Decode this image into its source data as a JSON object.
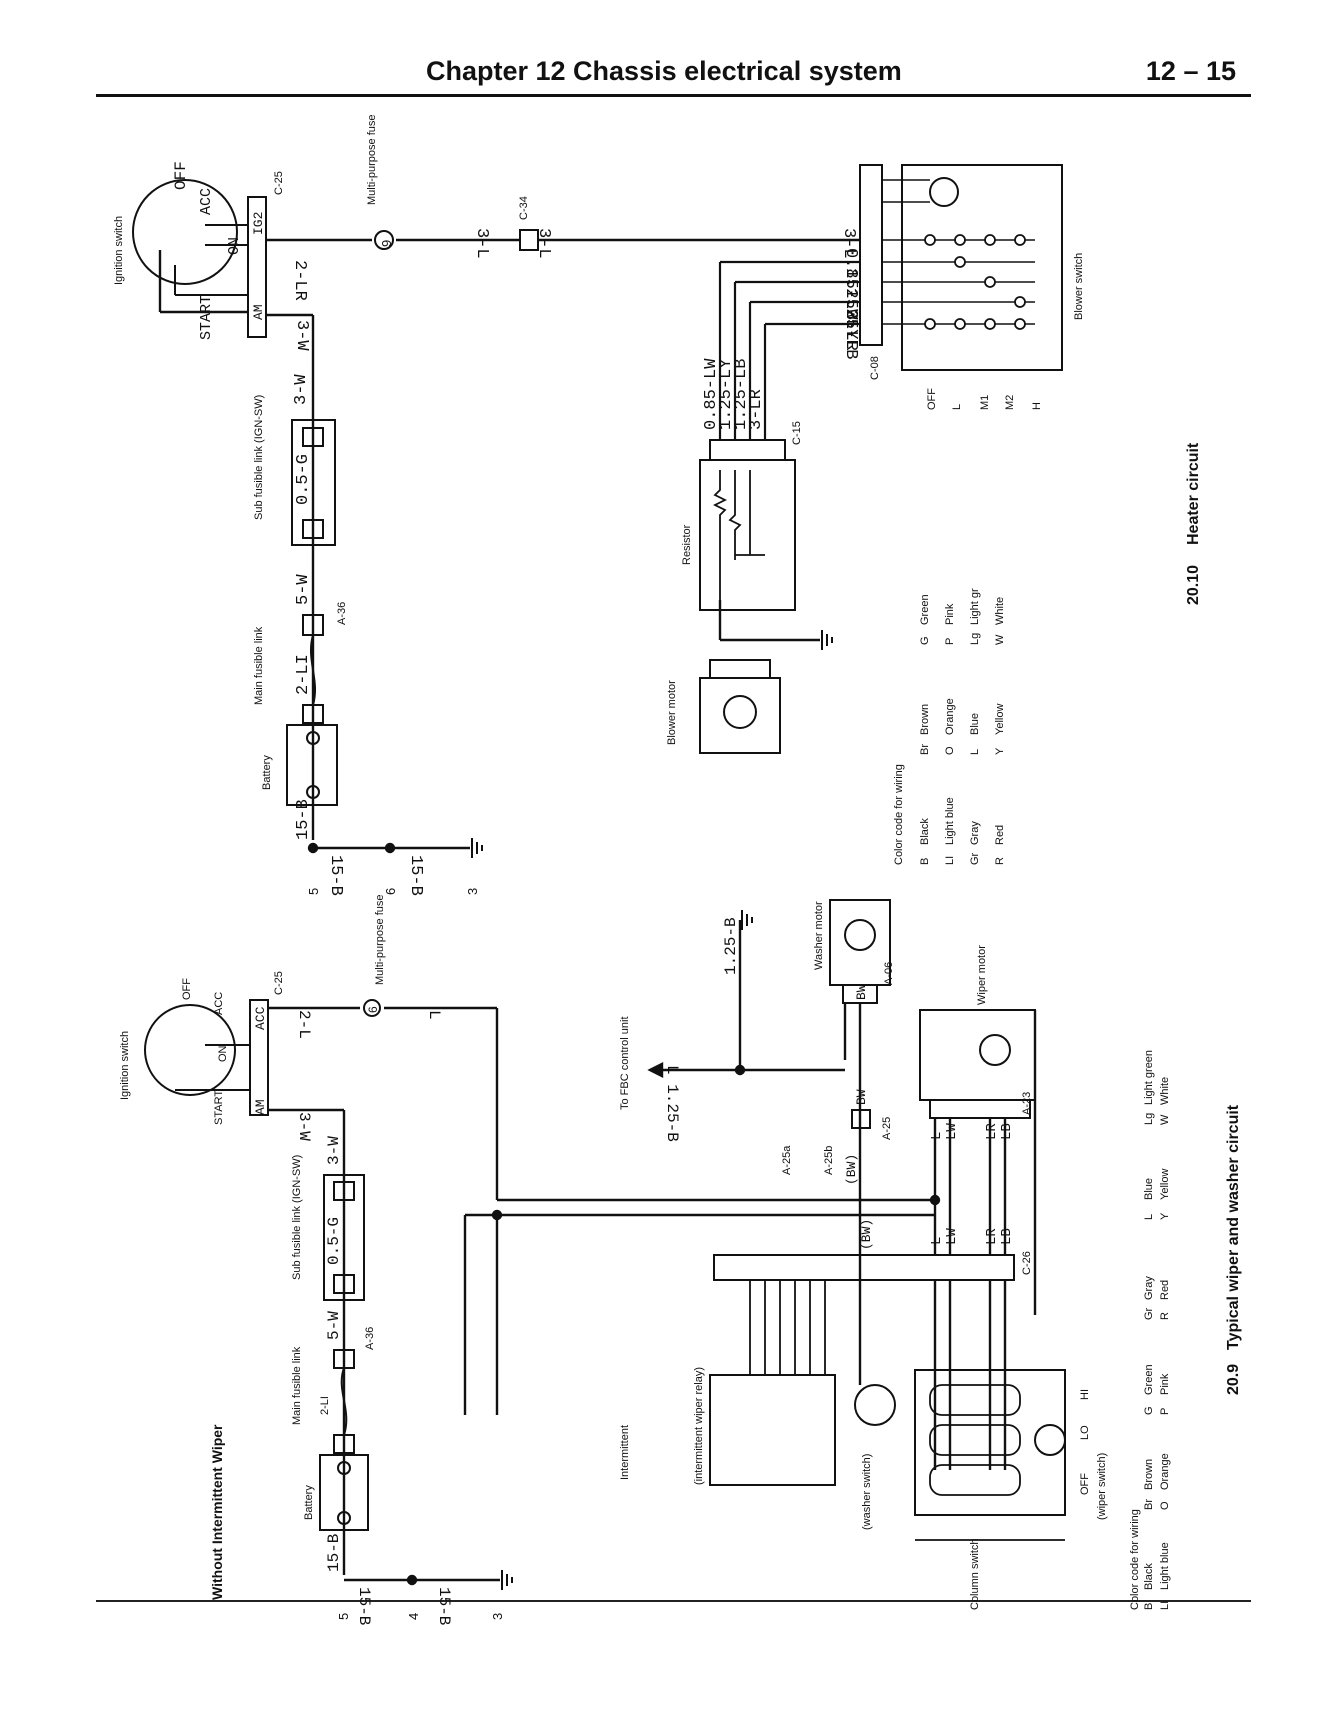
{
  "header": {
    "chapter": "Chapter 12   Chassis electrical system",
    "page_number": "12 – 15"
  },
  "heater_circuit": {
    "caption_number": "20.10",
    "caption_title": "Heater circuit",
    "ignition_switch": "Ignition switch",
    "switch_positions": [
      "OFF",
      "ACC",
      "ON",
      "START"
    ],
    "connector_c25": "C-25",
    "terminal_ig2": "IG2",
    "terminal_am": "AM",
    "multi_purpose_fuse": "Multi-purpose fuse",
    "fuse_number": "9",
    "connector_c34": "C-34",
    "connector_c08": "C-08",
    "connector_c15": "C-15",
    "connector_a36": "A-36",
    "sub_fusible_link": "Sub fusible link (IGN-SW)",
    "main_fusible_link": "Main fusible link",
    "battery": "Battery",
    "resistor": "Resistor",
    "blower_motor": "Blower motor",
    "blower_switch": "Blower switch",
    "blower_positions": [
      "OFF",
      "L",
      "M1",
      "M2",
      "H"
    ],
    "wires": {
      "ig2_out": "2-LR",
      "fuse_out": "3-L",
      "c34_out": "3-L",
      "am_out": "3-W",
      "sub_link_in": "3-W",
      "sub_link_rating": "0.5-G",
      "main_out": "5-W",
      "main_rating": "2-LI",
      "battery_ground": "15-B",
      "ground_2": "15-B",
      "ground_3": "15-B",
      "blower_wires": [
        "3-L",
        "0.85-LW",
        "1.25-LY",
        "1.25-LB",
        "3-LR"
      ],
      "resistor_wires": [
        "0.85-LW",
        "1.25-LY",
        "1.25-LB",
        "3-LR"
      ]
    },
    "ground_refs": [
      "5",
      "6",
      "3"
    ],
    "color_code_title": "Color code for wiring",
    "color_codes": [
      [
        "B",
        "Black"
      ],
      [
        "LI",
        "Light blue"
      ],
      [
        "Gr",
        "Gray"
      ],
      [
        "R",
        "Red"
      ],
      [
        "Br",
        "Brown"
      ],
      [
        "O",
        "Orange"
      ],
      [
        "L",
        "Blue"
      ],
      [
        "Y",
        "Yellow"
      ],
      [
        "G",
        "Green"
      ],
      [
        "P",
        "Pink"
      ],
      [
        "Lg",
        "Light gr"
      ],
      [
        "W",
        "White"
      ]
    ]
  },
  "wiper_circuit": {
    "caption_number": "20.9",
    "caption_title": "Typical wiper and washer circuit",
    "variant_label": "Without Intermittent Wiper",
    "intermittent_label": "Intermittent",
    "ignition_switch": "Ignition switch",
    "switch_positions": [
      "OFF",
      "ACC",
      "ON",
      "START"
    ],
    "terminal_acc": "ACC",
    "terminal_am": "AM",
    "connector_c25": "C-25",
    "multi_purpose_fuse": "Multi-purpose fuse",
    "fuse_number": "6",
    "sub_fusible_link": "Sub fusible link (IGN-SW)",
    "main_fusible_link": "Main fusible link",
    "battery": "Battery",
    "connector_a36": "A-36",
    "fbc_label": "To FBC control unit",
    "washer_motor": "Washer motor",
    "wiper_motor": "Wiper motor",
    "connectors": [
      "A-06",
      "A-25",
      "A-25a",
      "A-25b",
      "A-23",
      "C-26"
    ],
    "intermittent_relay": "(intermittent wiper relay)",
    "washer_switch": "(washer switch)",
    "column_switch": "Column switch",
    "wiper_switch": "(wiper switch)",
    "wiper_positions": [
      "OFF",
      "LO",
      "HI"
    ],
    "wires": {
      "acc_out": "2-L",
      "fuse_out": "L",
      "am_out": "3-W",
      "sub_link_in": "3-W",
      "sub_link_rating": "0.5-G",
      "main_out": "5-W",
      "main_rating": "2-LI",
      "battery_ground": "15-B",
      "ground_2": "15-B",
      "ground_3": "15-B",
      "fbc_wire": "L  1.25-B",
      "washer_ground": "1.25-B",
      "bw": "BW",
      "bw_paren": "(BW)",
      "l": "L",
      "lw": "LW",
      "lr": "LR",
      "lb": "LB"
    },
    "ground_refs": [
      "5",
      "4",
      "3"
    ],
    "color_code_title": "Color code for wiring",
    "color_codes": [
      [
        "B",
        "Black"
      ],
      [
        "LI",
        "Light blue"
      ],
      [
        "Gr",
        "Gray"
      ],
      [
        "R",
        "Red"
      ],
      [
        "Br",
        "Brown"
      ],
      [
        "O",
        "Orange"
      ],
      [
        "L",
        "Blue"
      ],
      [
        "Y",
        "Yellow"
      ],
      [
        "G",
        "Green"
      ],
      [
        "P",
        "Pink"
      ],
      [
        "Lg",
        "Light green"
      ],
      [
        "W",
        "White"
      ]
    ]
  }
}
